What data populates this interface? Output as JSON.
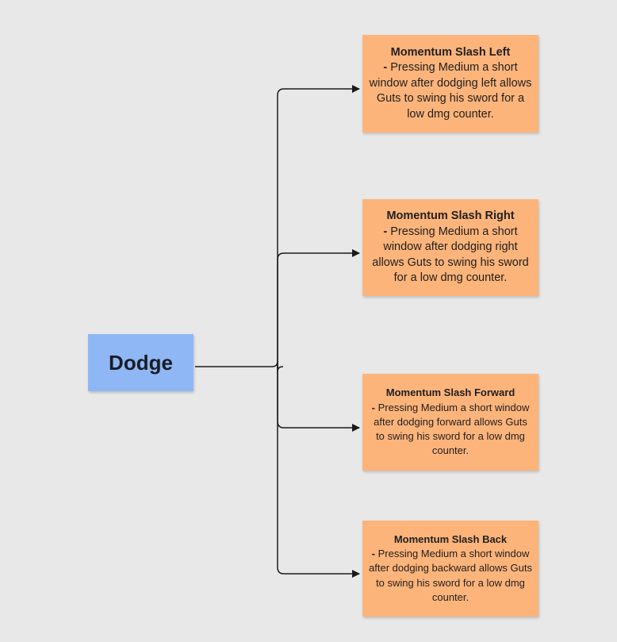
{
  "colors": {
    "background": "#e8e8e8",
    "root_fill": "#8fb7f5",
    "sticky_fill": "#fdb47b",
    "connector": "#1a1a1a"
  },
  "root": {
    "label": "Dodge"
  },
  "branches": [
    {
      "title": "Momentum Slash Left",
      "dash": "-",
      "body": "Pressing Medium a short window after dodging left allows Guts to swing his sword for a low dmg counter."
    },
    {
      "title": "Momentum Slash Right",
      "dash": "-",
      "body": "Pressing Medium a short window after dodging right allows Guts to swing his sword for a low dmg counter."
    },
    {
      "title": "Momentum Slash Forward",
      "dash": "-",
      "body": "Pressing Medium a short window after dodging forward allows Guts to swing his sword for a low dmg counter."
    },
    {
      "title": "Momentum Slash Back",
      "dash": "-",
      "body": "Pressing Medium a short window after dodging backward allows Guts to swing his sword for a low dmg counter."
    }
  ]
}
